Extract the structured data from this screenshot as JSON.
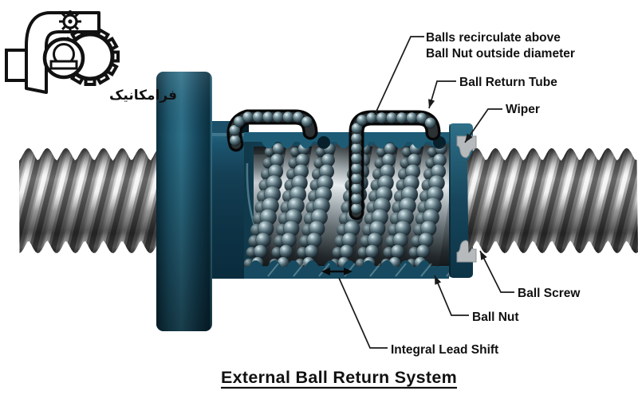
{
  "title": {
    "text": "External Ball Return System"
  },
  "logo": {
    "brand_text": "فرامکانیک"
  },
  "callouts": {
    "balls_recirculate_line1": "Balls recirculate above",
    "balls_recirculate_line2": "Ball Nut outside diameter",
    "ball_return_tube": "Ball Return Tube",
    "wiper": "Wiper",
    "ball_screw": "Ball Screw",
    "ball_nut": "Ball Nut",
    "integral_lead_shift": "Integral Lead Shift"
  },
  "colors": {
    "background": "#ffffff",
    "label_text": "#111111",
    "leader_line": "#1a1a1a",
    "nut_teal_dark": "#0a2c3d",
    "nut_teal_mid": "#16465c",
    "nut_teal_light": "#2e7089",
    "nut_top_strip": "#1e5c76",
    "screw_gray_light": "#c2c2c2",
    "screw_gray_dark": "#2e2e2e",
    "ball_steel": "#49606a",
    "tube_black": "#121212",
    "wiper_gray": "#b6babc"
  }
}
